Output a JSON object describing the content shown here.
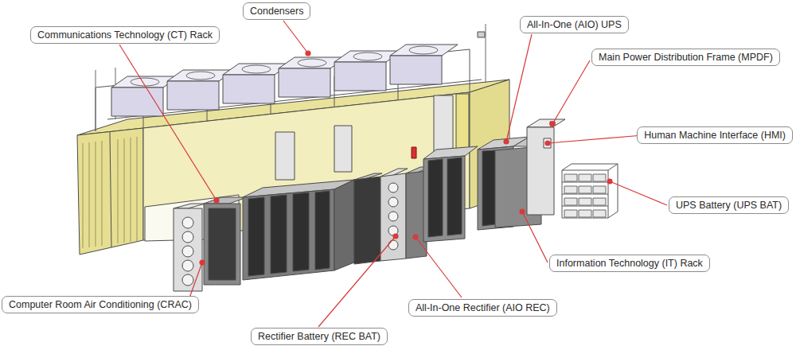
{
  "diagram": {
    "nodes": [
      {
        "text": [
          "Condensers"
        ]
      },
      {
        "text": [
          "Communications Technology (CT) Rack"
        ]
      },
      {
        "text": [
          "All-In-One (AIO) UPS"
        ]
      },
      {
        "text": [
          "Main Power Distribution Frame (MPDF)"
        ]
      },
      {
        "text": [
          "Human Machine Interface (HMI)"
        ]
      },
      {
        "text": [
          "UPS Battery (UPS BAT)"
        ]
      },
      {
        "text": [
          "Information Technology (IT) Rack"
        ]
      },
      {
        "text": [
          "Computer Room Air Conditioning (CRAC)"
        ]
      },
      {
        "text": [
          "All-In-One Rectifier (AIO REC)"
        ]
      },
      {
        "text": [
          "Rectifier Battery (REC BAT)"
        ]
      }
    ]
  }
}
